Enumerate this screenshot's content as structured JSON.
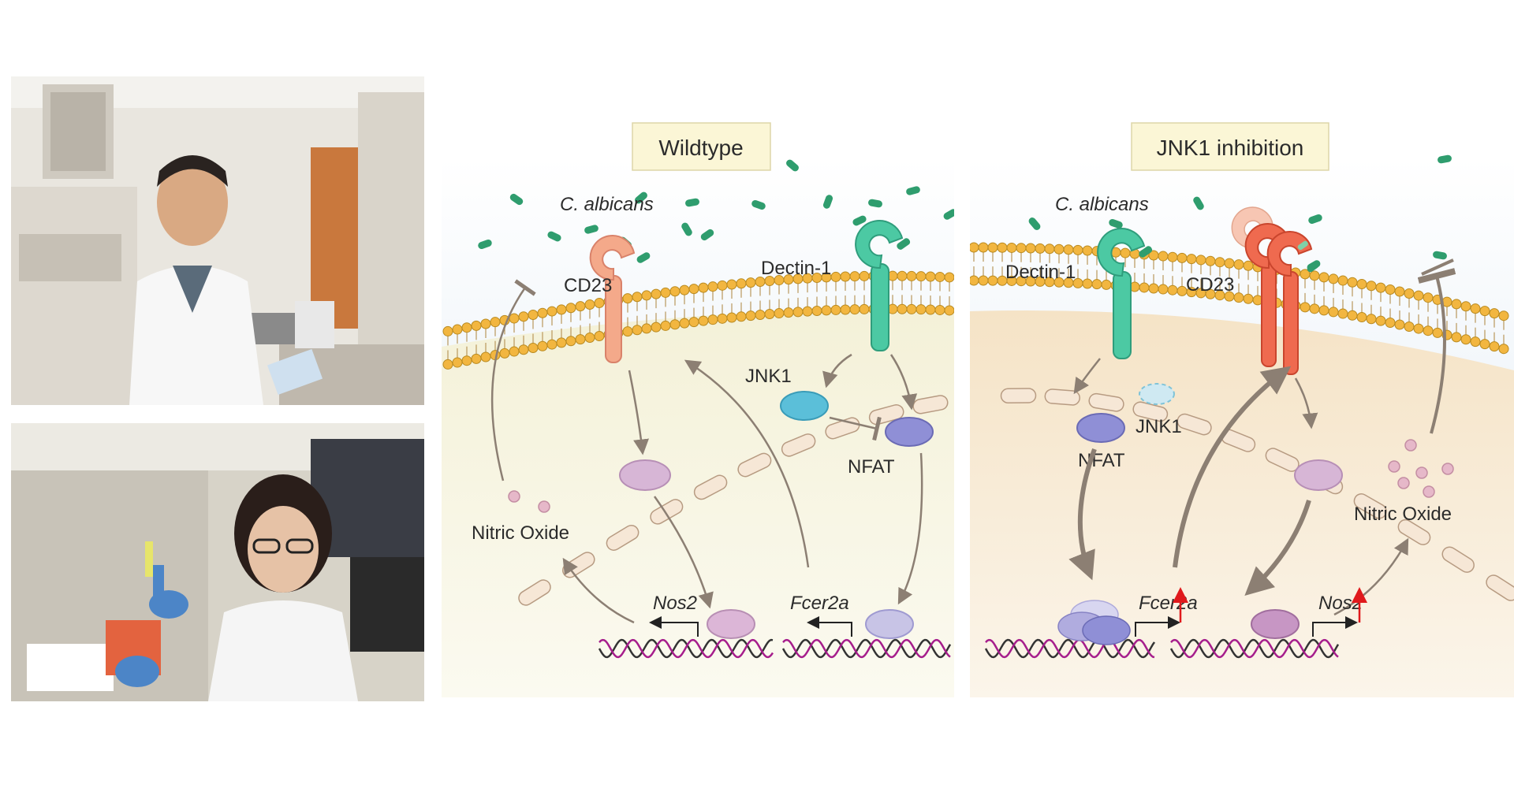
{
  "photos": {
    "top": {
      "subject": "researcher in lab coat standing at a laboratory bench"
    },
    "bottom": {
      "subject": "researcher in lab coat pipetting in a biosafety cabinet"
    }
  },
  "panels": {
    "wildtype": {
      "title": "Wildtype",
      "fungus": "C. albicans",
      "cd23": "CD23",
      "dectin1": "Dectin-1",
      "jnk1": "JNK1",
      "nfat": "NFAT",
      "nitric_oxide": "Nitric Oxide",
      "gene_nos2": "Nos2",
      "gene_fcer2a": "Fcer2a"
    },
    "jnk1_inhibition": {
      "title": "JNK1 inhibition",
      "fungus": "C. albicans",
      "dectin1": "Dectin-1",
      "cd23": "CD23",
      "jnk1": "JNK1",
      "nfat": "NFAT",
      "nitric_oxide": "Nitric Oxide",
      "gene_fcer2a": "Fcer2a",
      "gene_nos2": "Nos2"
    }
  },
  "colors": {
    "cd23": "#f4a98a",
    "cd23_up": "#ef6a4f",
    "dectin1": "#4cc9a3",
    "jnk1": "#5bbfd9",
    "nfat": "#8f8fd6",
    "tf_pink": "#c9a3c9",
    "fungus": "#2f9d6e",
    "lipid_head": "#f2b640",
    "arrow": "#8c7f73",
    "up_arrow": "#e0191c",
    "dna_a": "#333333",
    "dna_b": "#a61e8c",
    "title_box": "#fbf6d6"
  }
}
